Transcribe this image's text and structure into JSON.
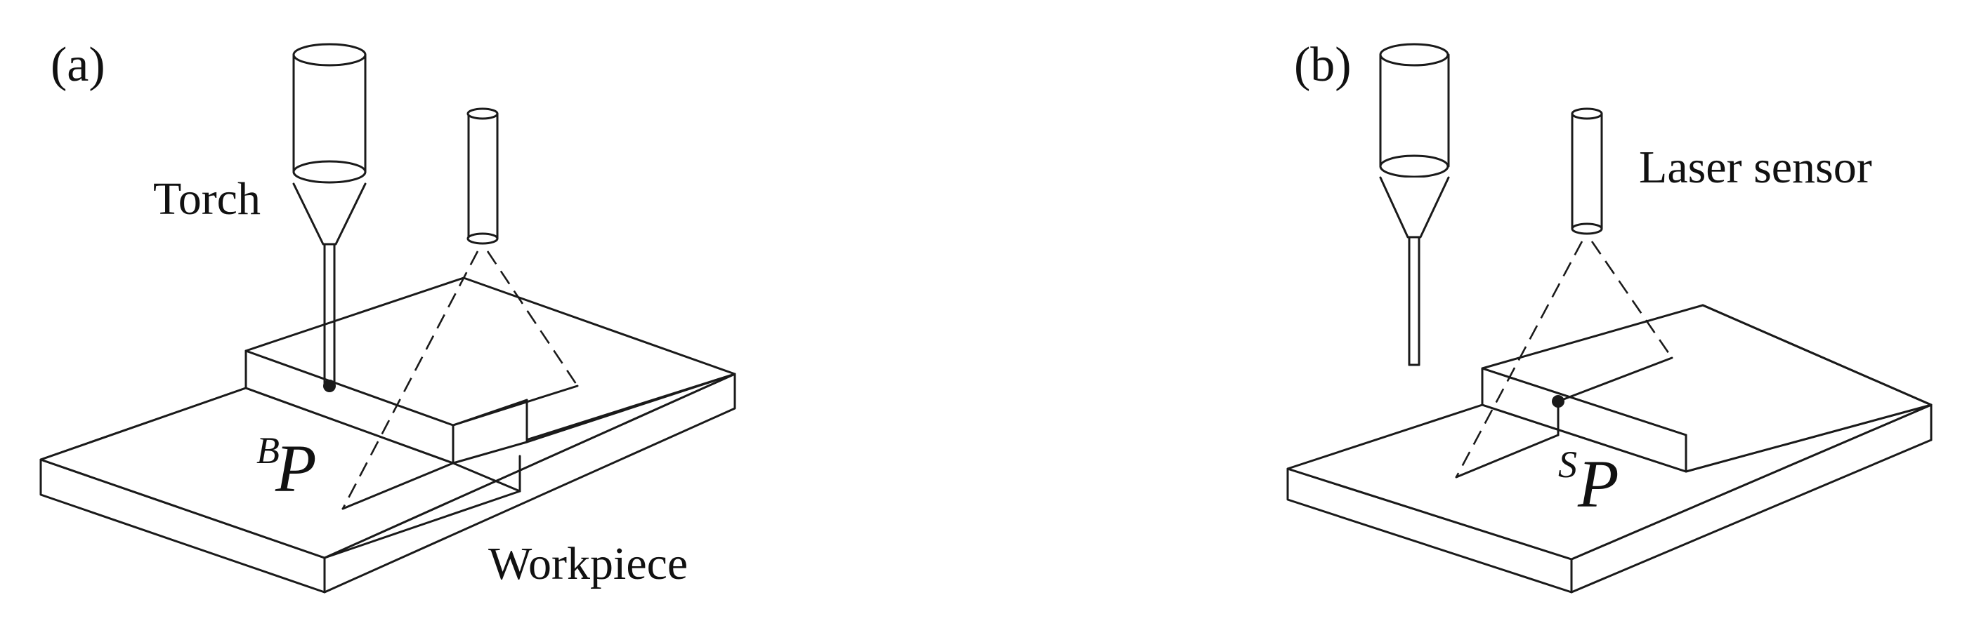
{
  "panels": [
    {
      "id": "a",
      "panel_label": "(a)",
      "torch_label": "Torch",
      "workpiece_label": "Workpiece",
      "point_symbol": "P",
      "point_superscript": "B"
    },
    {
      "id": "b",
      "panel_label": "(b)",
      "sensor_label": "Laser sensor",
      "point_symbol": "P",
      "point_superscript": "S"
    }
  ],
  "colors": {
    "line": "#1a1a1a",
    "background": "#ffffff"
  }
}
